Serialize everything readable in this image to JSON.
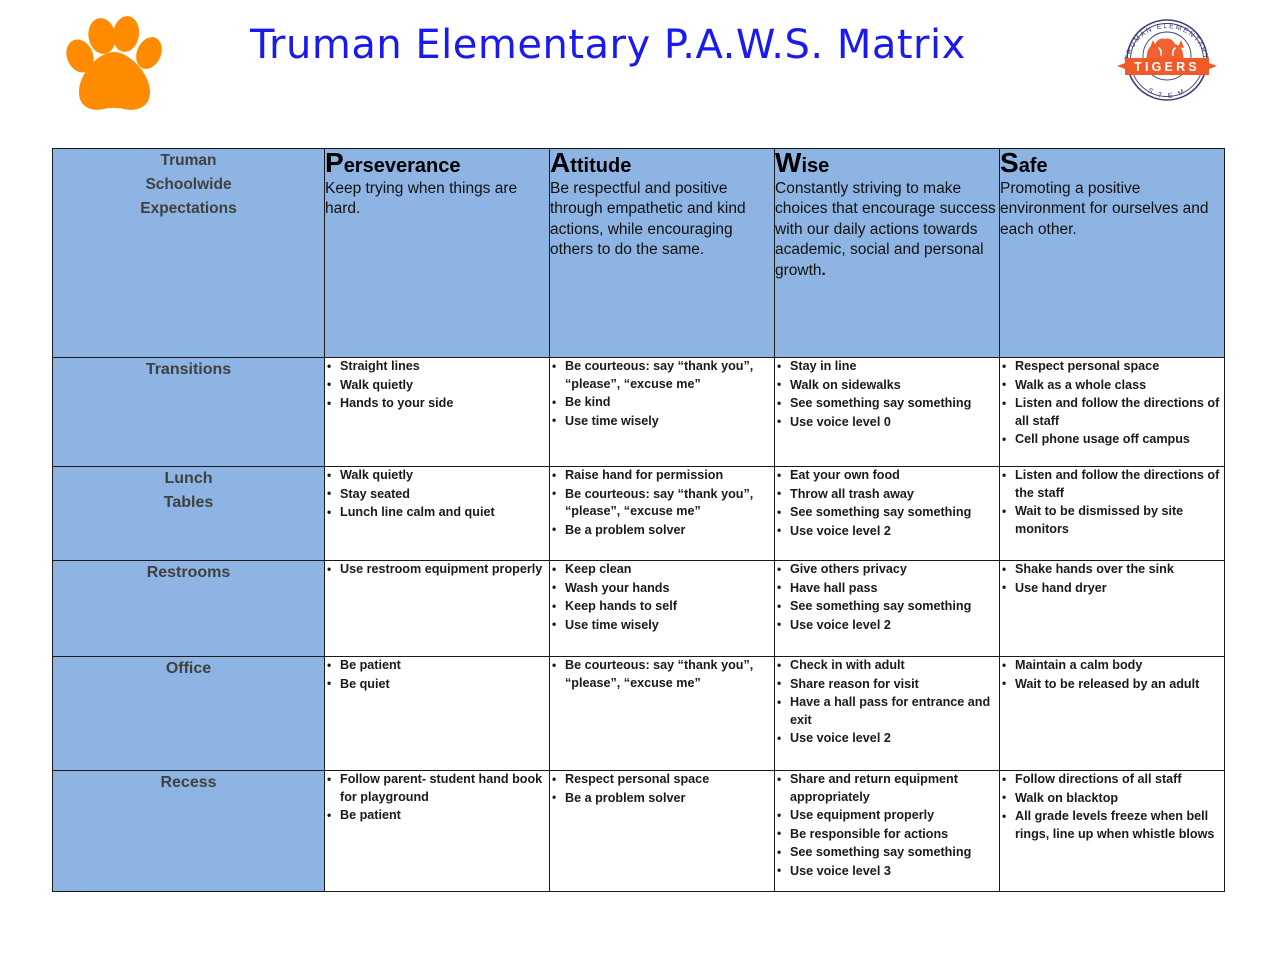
{
  "header": {
    "title": "Truman Elementary P.A.W.S. Matrix",
    "title_color": "#1a1aee",
    "paw_icon": "paw-print-icon",
    "paw_color": "#FF8C00",
    "logo": {
      "name": "truman-elementary-tigers-stem-logo",
      "arc_top": "TRUMAN ELEMENTARY",
      "banner": "TIGERS",
      "arc_bottom": "S T E M",
      "ring_color": "#3b3f72",
      "banner_color": "#f05a28"
    }
  },
  "matrix": {
    "header_cell_bg": "#8db4e2",
    "corner_label": "Truman\nSchoolwide\nExpectations",
    "corner_label_lines": [
      "Truman",
      "Schoolwide",
      "Expectations"
    ],
    "columns": [
      {
        "initial": "P",
        "rest": "erseverance",
        "description": "Keep trying when things are hard.",
        "bold_period": false
      },
      {
        "initial": "A",
        "rest": "ttitude",
        "description": "Be respectful and positive through empathetic and kind actions, while encouraging others to do the same.",
        "bold_period": false
      },
      {
        "initial": "W",
        "rest": "ise",
        "description": "Constantly striving to make choices that encourage success with our daily actions towards academic, social and personal growth",
        "bold_period": true
      },
      {
        "initial": "S",
        "rest": "afe",
        "description": "Promoting a positive environment for ourselves and each other.",
        "bold_period": false
      }
    ],
    "rows": [
      {
        "label": "Transitions",
        "label_lines": [
          "Transitions"
        ],
        "cells": [
          [
            "Straight lines",
            "Walk quietly",
            "Hands to your side"
          ],
          [
            "Be courteous: say “thank you”, “please”, “excuse me”",
            "Be kind",
            "Use time wisely"
          ],
          [
            "Stay in line",
            "Walk on sidewalks",
            "See something say something",
            "Use voice level 0"
          ],
          [
            "Respect personal space",
            "Walk as a whole class",
            "Listen and follow the directions of all staff",
            "Cell phone usage off campus"
          ]
        ]
      },
      {
        "label": "Lunch Tables",
        "label_lines": [
          "Lunch",
          "Tables"
        ],
        "cells": [
          [
            "Walk quietly",
            "Stay seated",
            "Lunch line calm and quiet"
          ],
          [
            "Raise hand for permission",
            "Be courteous: say “thank you”, “please”, “excuse me”",
            "Be a problem solver"
          ],
          [
            "Eat your own food",
            "Throw all trash away",
            "See something say something",
            "Use voice level 2"
          ],
          [
            "Listen and follow the directions of the staff",
            "Wait to be dismissed by site monitors"
          ]
        ]
      },
      {
        "label": "Restrooms",
        "label_lines": [
          "Restrooms"
        ],
        "cells": [
          [
            "Use restroom equipment properly"
          ],
          [
            "Keep clean",
            "Wash your hands",
            "Keep hands to self",
            "Use time wisely"
          ],
          [
            "Give others privacy",
            "Have hall pass",
            "See something say something",
            "Use voice level 2"
          ],
          [
            "Shake hands over the sink",
            "Use hand dryer"
          ]
        ]
      },
      {
        "label": "Office",
        "label_lines": [
          "Office"
        ],
        "cells": [
          [
            "Be patient",
            "Be quiet"
          ],
          [
            "Be courteous: say “thank you”, “please”, “excuse me”"
          ],
          [
            "Check in with adult",
            "Share reason for visit",
            "Have a hall pass for entrance and exit",
            "Use voice level 2"
          ],
          [
            "Maintain a calm body",
            "Wait to be released by an adult"
          ]
        ]
      },
      {
        "label": "Recess",
        "label_lines": [
          "Recess"
        ],
        "cells": [
          [
            "Follow parent- student hand book for playground",
            "Be patient"
          ],
          [
            "Respect personal space",
            "Be a problem solver"
          ],
          [
            "Share and return equipment appropriately",
            "Use equipment properly",
            "Be responsible for actions",
            "See something say something",
            "Use voice level 3"
          ],
          [
            "Follow directions of all staff",
            "Walk on blacktop",
            "All grade levels freeze when bell rings, line up when whistle blows"
          ]
        ]
      }
    ]
  }
}
